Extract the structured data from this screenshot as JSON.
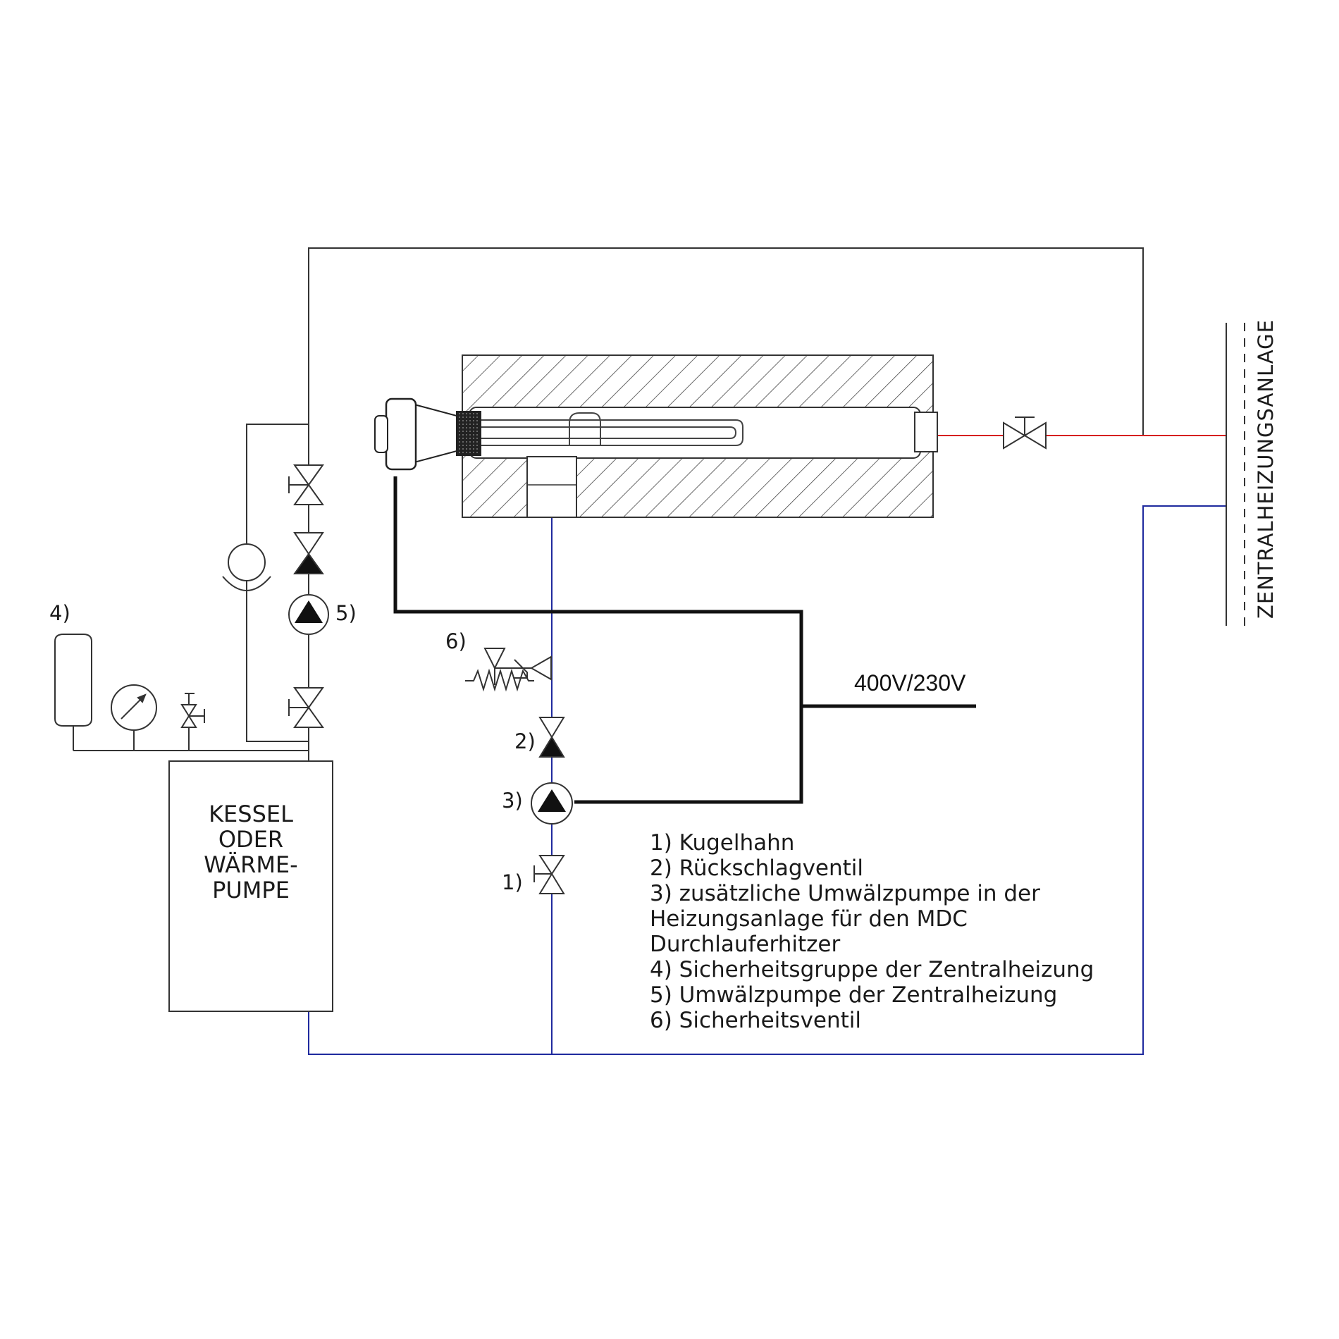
{
  "colors": {
    "line": "#333333",
    "supply": "#d62020",
    "return": "#1f2a9e",
    "power": "#111111"
  },
  "labels": {
    "n1": "1)",
    "n2": "2)",
    "n3": "3)",
    "n4": "4)",
    "n5": "5)",
    "n6": "6)"
  },
  "boiler": {
    "lines": [
      "KESSEL",
      "ODER",
      "WÄRME-",
      "PUMPE"
    ]
  },
  "voltage": "400V/230V",
  "system_label": "ZENTRALHEIZUNGSANLAGE",
  "legend": [
    "1) Kugelhahn",
    "2) Rückschlagventil",
    "3) zusätzliche Umwälzpumpe in der",
    "Heizungsanlage für den MDC",
    "Durchlauferhitzer",
    "4) Sicherheitsgruppe der Zentralheizung",
    "5) Umwälzpumpe der Zentralheizung",
    "6) Sicherheitsventil"
  ]
}
